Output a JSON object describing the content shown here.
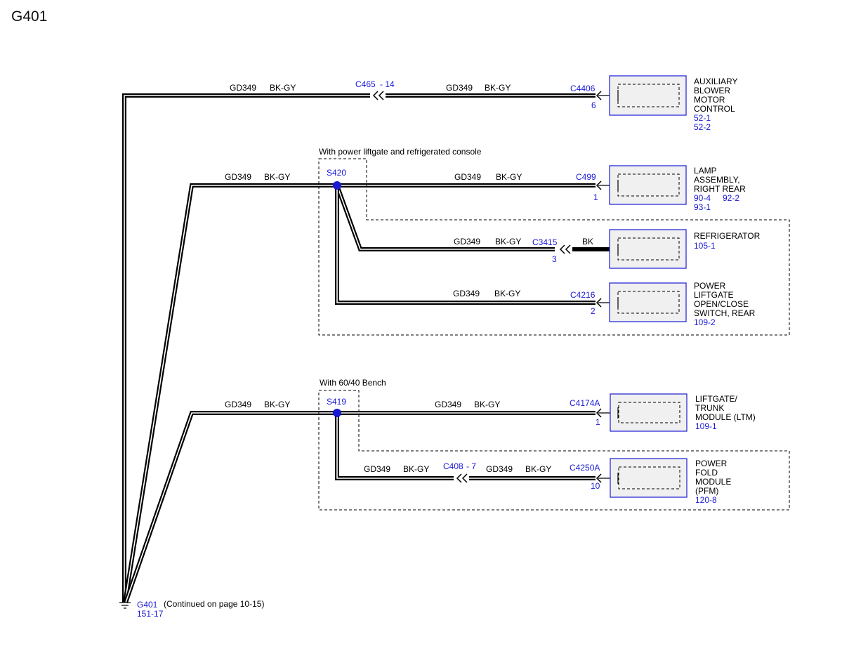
{
  "page_title": "G401",
  "wire": {
    "circuit": "GD349",
    "color": "BK-GY"
  },
  "colors": {
    "link_blue": "#1a1ad6",
    "wire": "#000000",
    "box_fill": "#f0f0f0"
  },
  "options": {
    "liftgate_fridge": "With power liftgate and refrigerated console",
    "bench": "With 60/40 Bench"
  },
  "inline_connectors": {
    "c465": {
      "name": "C465",
      "pin": "- 14"
    },
    "c408": {
      "name": "C408",
      "pin": "- 7"
    }
  },
  "splices": {
    "s420": "S420",
    "s419": "S419"
  },
  "components": {
    "aux_blower": {
      "connector": "C4406",
      "pin": "6",
      "lines": [
        "AUXILIARY",
        "BLOWER",
        "MOTOR",
        "CONTROL"
      ],
      "refs": [
        "52-1",
        "52-2"
      ]
    },
    "lamp_rr": {
      "connector": "C499",
      "pin": "1",
      "lines": [
        "LAMP",
        "ASSEMBLY,",
        "RIGHT REAR"
      ],
      "refs": [
        "90-4",
        "92-2",
        "93-1"
      ]
    },
    "refrigerator": {
      "connector": "C3415",
      "pin": "3",
      "pigtail_color": "BK",
      "lines": [
        "REFRIGERATOR"
      ],
      "refs": [
        "105-1"
      ]
    },
    "liftgate_switch": {
      "connector": "C4216",
      "pin": "2",
      "lines": [
        "POWER",
        "LIFTGATE",
        "OPEN/CLOSE",
        "SWITCH, REAR"
      ],
      "refs": [
        "109-2"
      ]
    },
    "ltm": {
      "connector": "C4174A",
      "pin": "1",
      "lines": [
        "LIFTGATE/",
        "TRUNK",
        "MODULE (LTM)"
      ],
      "refs": [
        "109-1"
      ]
    },
    "pfm": {
      "connector": "C4250A",
      "pin": "10",
      "lines": [
        "POWER",
        "FOLD",
        "MODULE",
        "(PFM)"
      ],
      "refs": [
        "120-8"
      ]
    }
  },
  "ground": {
    "name": "G401",
    "ref": "151-17",
    "note": "(Continued on page 10-15)"
  }
}
